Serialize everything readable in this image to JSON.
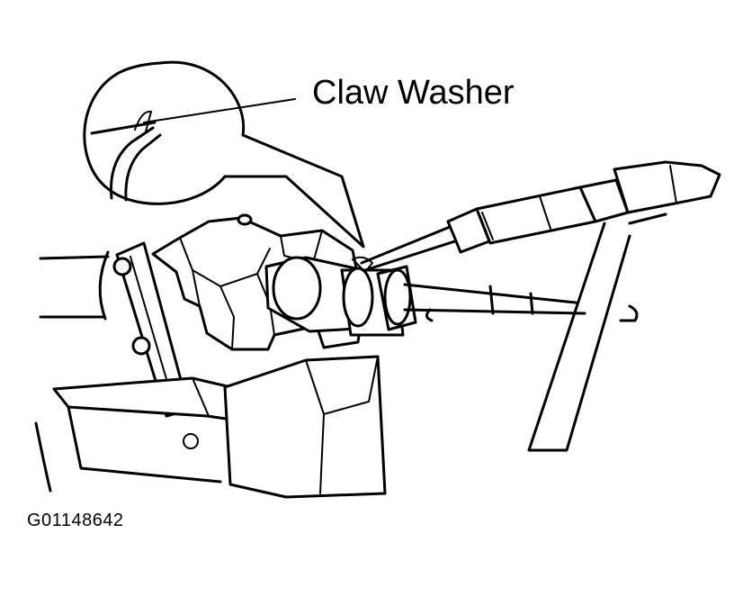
{
  "figure": {
    "callout_label": "Claw Washer",
    "figure_id": "G01148642",
    "icons": [
      "steering-gear-assembly",
      "screwdriver-icon",
      "vise-icon",
      "magnifier-detail"
    ]
  }
}
